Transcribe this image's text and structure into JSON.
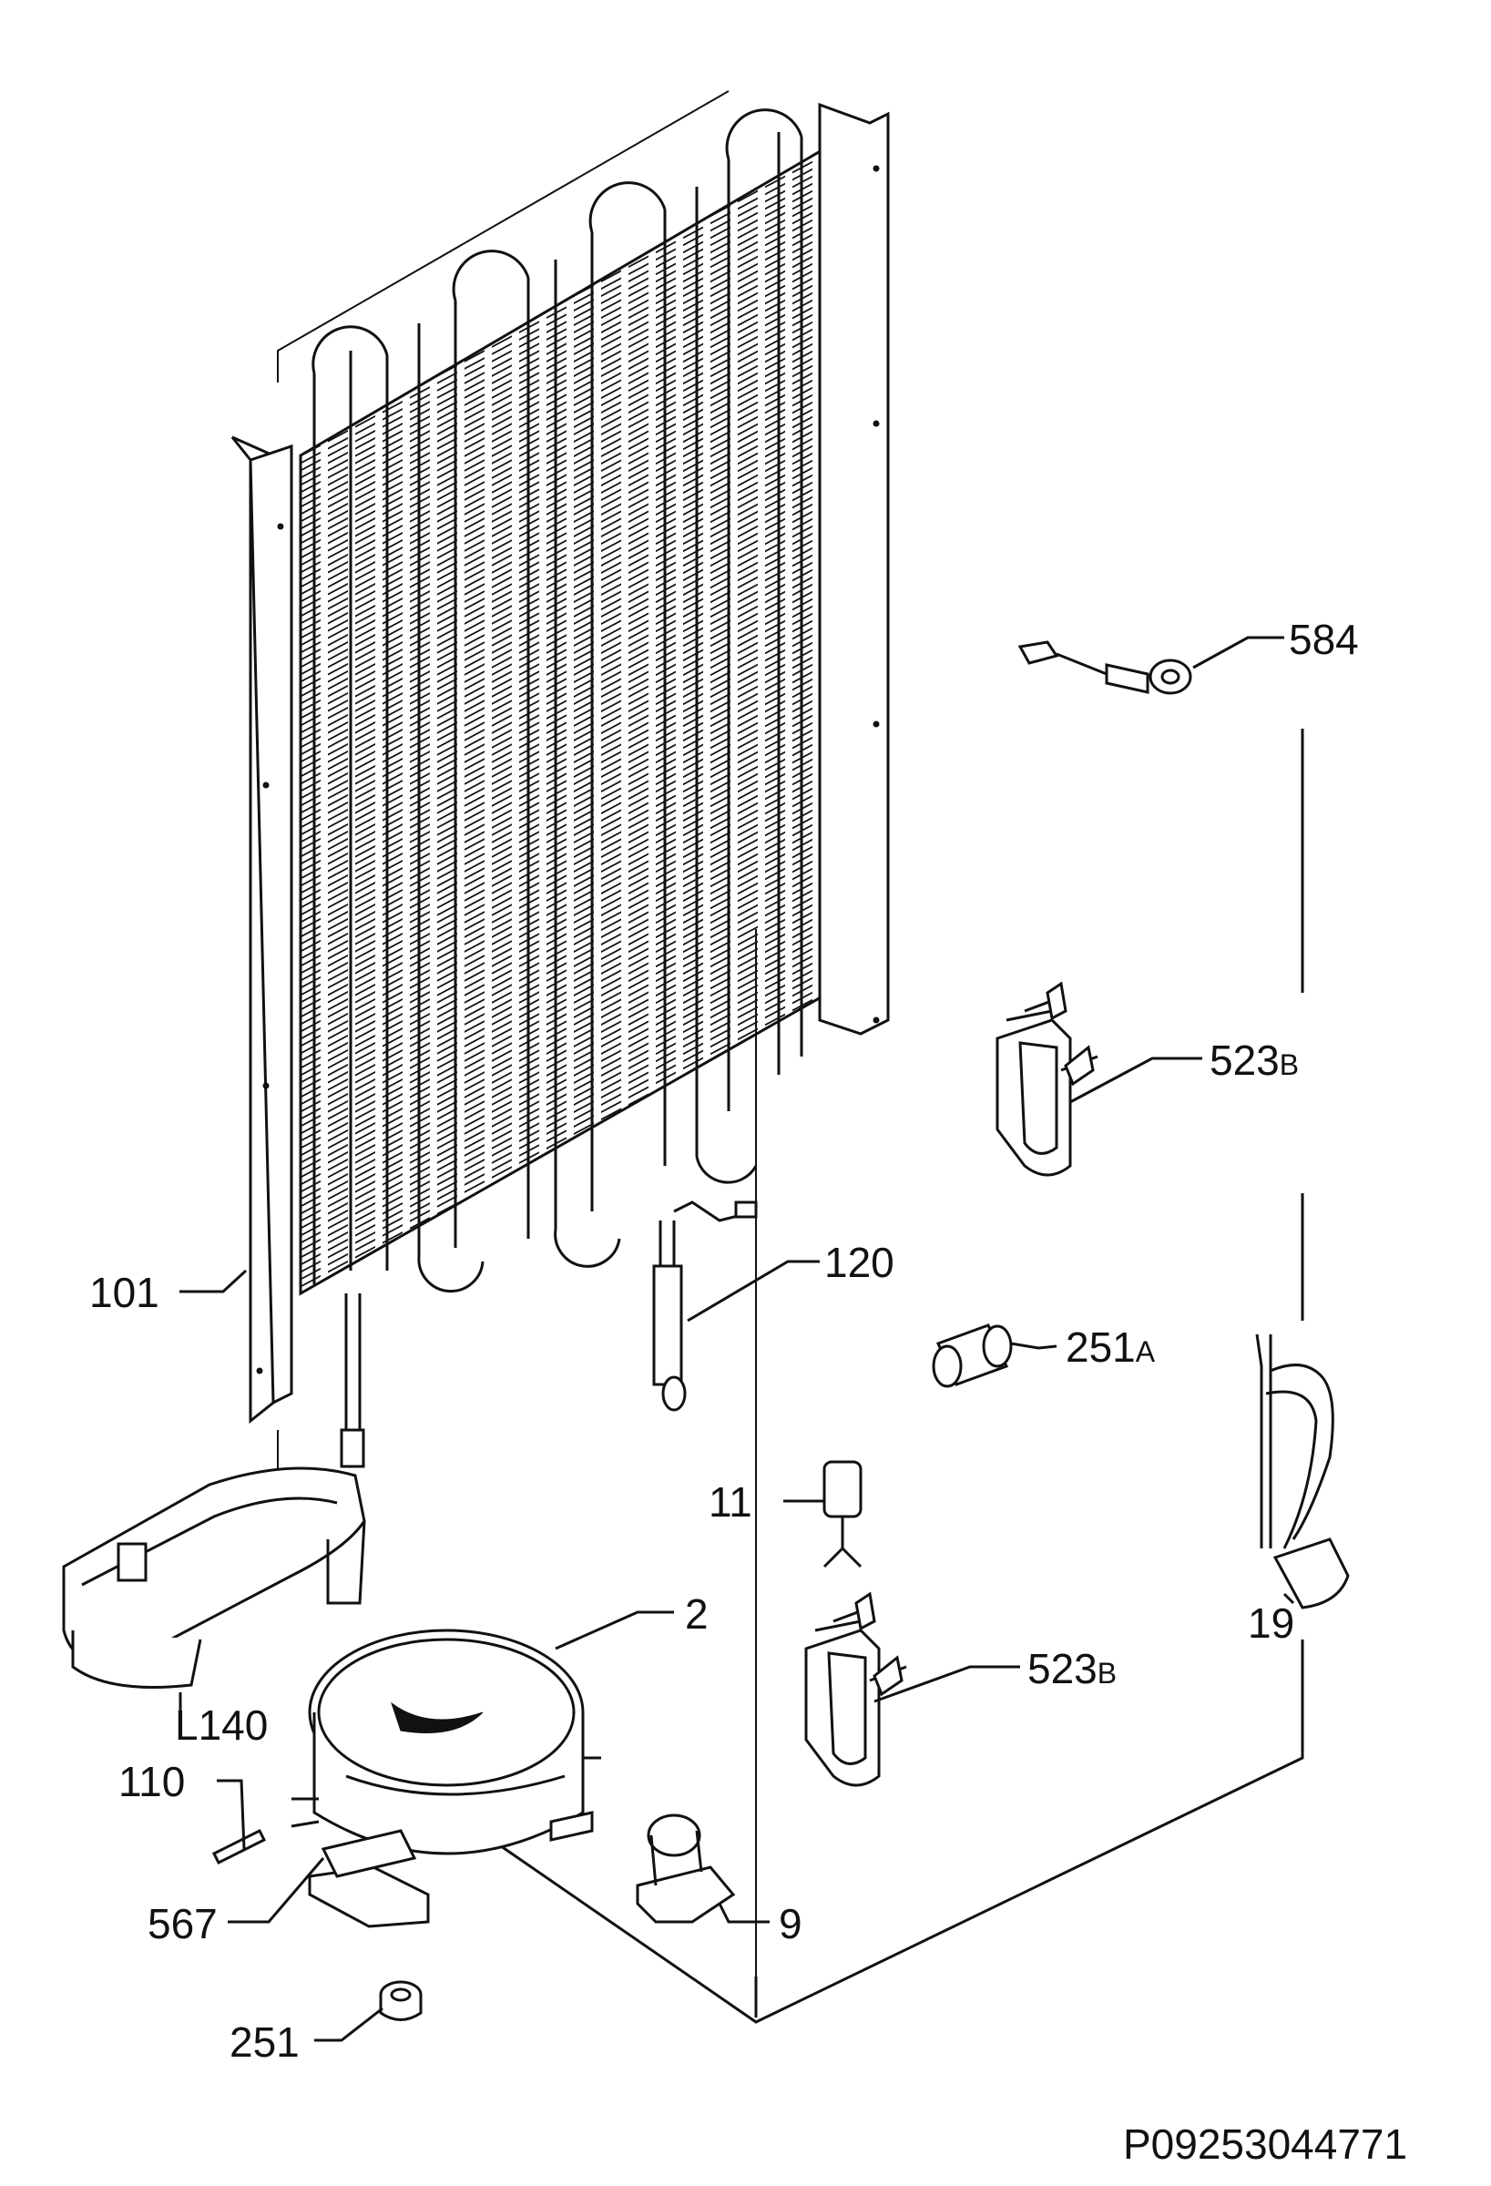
{
  "labels": {
    "l584": "584",
    "l523b_top_num": "523",
    "l523b_top_sub": "B",
    "l120": "120",
    "l101": "101",
    "l251a_num": "251",
    "l251a_sub": "A",
    "l11": "11",
    "l2": "2",
    "l19": "19",
    "l523b_bot_num": "523",
    "l523b_bot_sub": "B",
    "l140": "L140",
    "l110": "110",
    "l567": "567",
    "l9": "9",
    "l251": "251"
  },
  "drawing_code": "P09253044771"
}
